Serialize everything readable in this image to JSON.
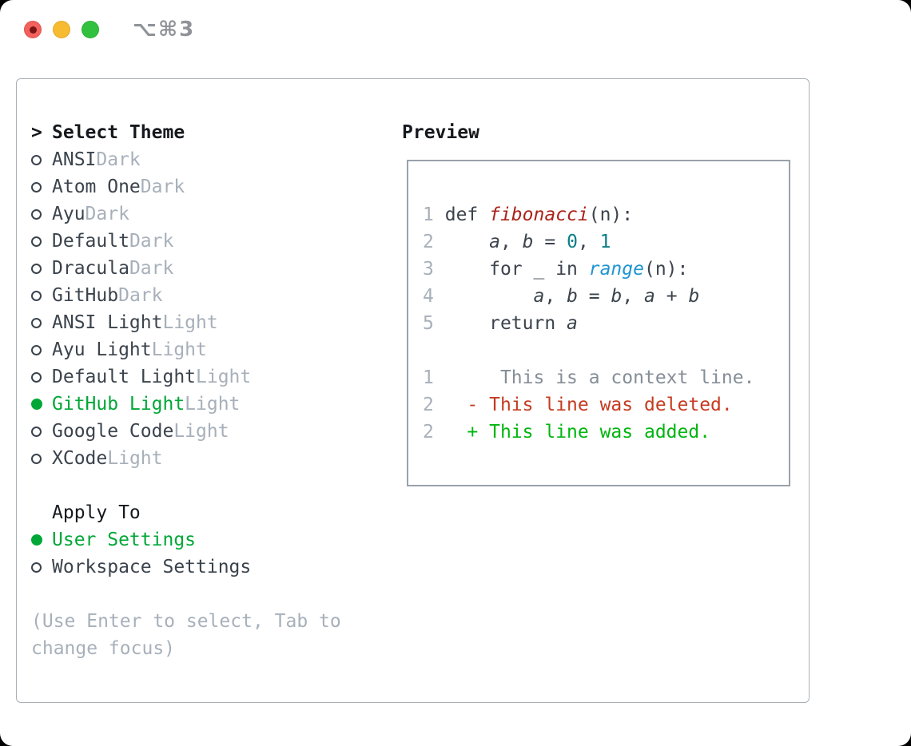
{
  "window": {
    "title": "⌥⌘3"
  },
  "colors": {
    "text_dark": "#3b434c",
    "text_muted": "#a7b0ba",
    "selected_green": "#00a737",
    "added_green": "#00b50f",
    "deleted_red": "#c53b20",
    "function_red": "#ab231b",
    "call_blue": "#1f95d2",
    "number_teal": "#0c7e88",
    "context_gray": "#858e97",
    "panel_border": "#a9b0b8",
    "preview_border": "#99a2ab",
    "traffic_red": "#f2615c",
    "traffic_yellow": "#f6bb31",
    "traffic_green": "#31c13f"
  },
  "select_theme": {
    "cursor": ">",
    "header": "Select Theme",
    "items": [
      {
        "name": "ANSI",
        "variant": "Dark",
        "selected": false
      },
      {
        "name": "Atom One",
        "variant": "Dark",
        "selected": false
      },
      {
        "name": "Ayu",
        "variant": "Dark",
        "selected": false
      },
      {
        "name": "Default",
        "variant": "Dark",
        "selected": false
      },
      {
        "name": "Dracula",
        "variant": "Dark",
        "selected": false
      },
      {
        "name": "GitHub",
        "variant": "Dark",
        "selected": false
      },
      {
        "name": "ANSI Light",
        "variant": "Light",
        "selected": false
      },
      {
        "name": "Ayu Light",
        "variant": "Light",
        "selected": false
      },
      {
        "name": "Default Light",
        "variant": "Light",
        "selected": false
      },
      {
        "name": "GitHub Light",
        "variant": "Light",
        "selected": true
      },
      {
        "name": "Google Code",
        "variant": "Light",
        "selected": false
      },
      {
        "name": "XCode",
        "variant": "Light",
        "selected": false
      }
    ]
  },
  "apply_to": {
    "header": "Apply To",
    "options": [
      {
        "label": "User Settings",
        "selected": true
      },
      {
        "label": "Workspace Settings",
        "selected": false
      }
    ]
  },
  "hint_lines": [
    "(Use Enter to select, Tab to",
    "change focus)"
  ],
  "preview": {
    "title": "Preview",
    "lines": [
      {
        "num": "1",
        "segments": [
          {
            "t": "def ",
            "s": "plain"
          },
          {
            "t": "fibonacci",
            "s": "func"
          },
          {
            "t": "(n):",
            "s": "plain"
          }
        ]
      },
      {
        "num": "2",
        "segments": [
          {
            "t": "    ",
            "s": "plain"
          },
          {
            "t": "a",
            "s": "var"
          },
          {
            "t": ", ",
            "s": "plain"
          },
          {
            "t": "b",
            "s": "var"
          },
          {
            "t": " = ",
            "s": "plain"
          },
          {
            "t": "0",
            "s": "num"
          },
          {
            "t": ", ",
            "s": "plain"
          },
          {
            "t": "1",
            "s": "num"
          }
        ]
      },
      {
        "num": "3",
        "segments": [
          {
            "t": "    for _ in ",
            "s": "plain"
          },
          {
            "t": "range",
            "s": "call"
          },
          {
            "t": "(n):",
            "s": "plain"
          }
        ]
      },
      {
        "num": "4",
        "segments": [
          {
            "t": "        ",
            "s": "plain"
          },
          {
            "t": "a",
            "s": "var"
          },
          {
            "t": ", ",
            "s": "plain"
          },
          {
            "t": "b",
            "s": "var"
          },
          {
            "t": " = ",
            "s": "plain"
          },
          {
            "t": "b",
            "s": "var"
          },
          {
            "t": ", ",
            "s": "plain"
          },
          {
            "t": "a",
            "s": "var"
          },
          {
            "t": " + ",
            "s": "plain"
          },
          {
            "t": "b",
            "s": "var"
          }
        ]
      },
      {
        "num": "5",
        "segments": [
          {
            "t": "    return ",
            "s": "plain"
          },
          {
            "t": "a",
            "s": "var"
          }
        ]
      },
      {
        "num": "",
        "segments": []
      },
      {
        "num": "1",
        "segments": [
          {
            "t": "     This is a context line.",
            "s": "context"
          }
        ]
      },
      {
        "num": "2",
        "segments": [
          {
            "t": "  - This line was deleted.",
            "s": "deleted"
          }
        ]
      },
      {
        "num": "2",
        "segments": [
          {
            "t": "  + This line was added.",
            "s": "added"
          }
        ]
      }
    ]
  }
}
